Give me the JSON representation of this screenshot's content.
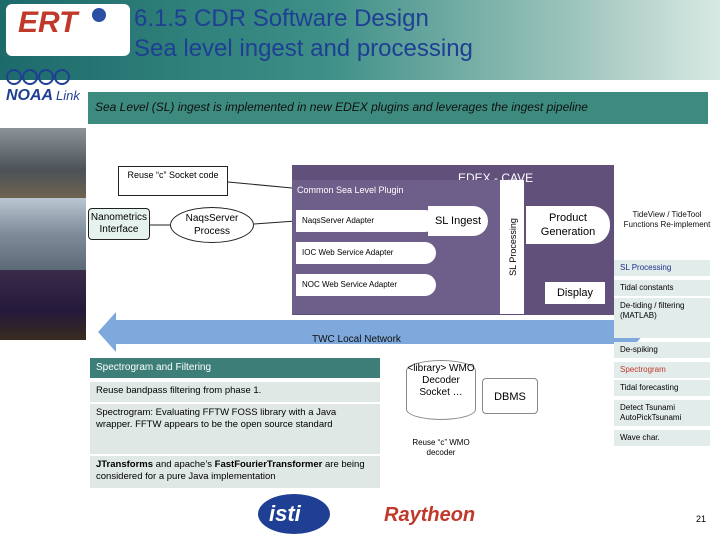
{
  "header": {
    "title_line1": "6.1.5 CDR Software Design",
    "title_line2": "Sea level ingest and processing",
    "logo_ert": "ERT",
    "logo_noaa": "NOAA",
    "logo_noaa_link": "Link"
  },
  "banner": {
    "text": "Sea Level (SL) ingest is implemented in new EDEX plugins and leverages the ingest pipeline"
  },
  "diagram": {
    "reuse_socket": "Reuse “c” Socket code",
    "nanometrics": "Nanometrics Interface",
    "naqs_server": "NaqsServer Process",
    "edex_cave": "EDEX - CAVE",
    "common_plugin": "Common Sea Level Plugin",
    "adapters": [
      "NaqsServer Adapter",
      "IOC Web Service Adapter",
      "NOC Web Service Adapter"
    ],
    "sl_ingest": "SL Ingest",
    "sl_processing": "SL Processing",
    "product_generation": "Product Generation",
    "display": "Display",
    "twc_network": "TWC Local Network",
    "wmo_decoder": "<library> WMO Decoder Socket …",
    "dbms": "DBMS",
    "reuse_wmo": "Reuse “c” WMO decoder"
  },
  "right_panel": {
    "tideview": "TideView / TideTool Functions Re-implement",
    "items": [
      "SL Processing",
      "Tidal constants",
      "De-tiding / filtering (MATLAB)",
      "De-spiking",
      "Spectrogram",
      "Tidal forecasting",
      "Detect Tsunami AutoPickTsunami",
      "Wave char."
    ]
  },
  "spectrogram": {
    "heading": "Spectrogram and Filtering",
    "item1": "Reuse bandpass filtering from phase 1.",
    "item2": "Spectrogram: Evaluating FFTW FOSS library with a Java wrapper. FFTW appears to be the open source standard",
    "item3_bold1": "JTransforms",
    "item3_mid": " and apache’s ",
    "item3_bold2": "FastFourierTransformer",
    "item3_tail": " are being considered for a pure Java implementation"
  },
  "footer": {
    "isti": "isti",
    "raytheon": "Raytheon",
    "page": "21"
  },
  "colors": {
    "title": "#1e3f93",
    "edex": "#60507a",
    "banner": "#3d8a7f",
    "twc": "#7fa9dc",
    "spectrogram_item": "#c0392b"
  }
}
